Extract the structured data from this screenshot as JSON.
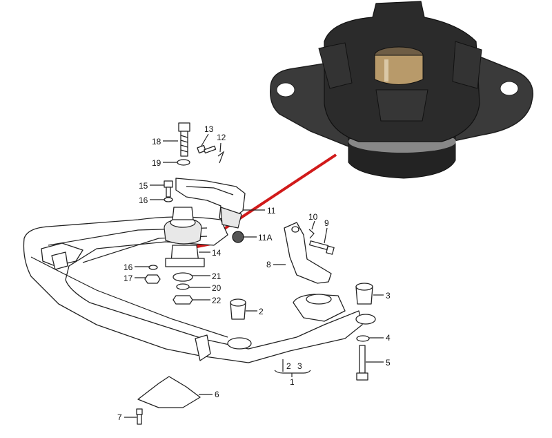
{
  "callouts": [
    {
      "id": "c1",
      "text": "1"
    },
    {
      "id": "c2",
      "text": "2"
    },
    {
      "id": "c2b",
      "text": "2"
    },
    {
      "id": "c3",
      "text": "3"
    },
    {
      "id": "c3b",
      "text": "3"
    },
    {
      "id": "c4",
      "text": "4"
    },
    {
      "id": "c5",
      "text": "5"
    },
    {
      "id": "c6",
      "text": "6"
    },
    {
      "id": "c7",
      "text": "7"
    },
    {
      "id": "c8",
      "text": "8"
    },
    {
      "id": "c9",
      "text": "9"
    },
    {
      "id": "c10",
      "text": "10"
    },
    {
      "id": "c11",
      "text": "11"
    },
    {
      "id": "c11a",
      "text": "11A"
    },
    {
      "id": "c12",
      "text": "12"
    },
    {
      "id": "c13",
      "text": "13"
    },
    {
      "id": "c14",
      "text": "14"
    },
    {
      "id": "c15",
      "text": "15"
    },
    {
      "id": "c16a",
      "text": "16"
    },
    {
      "id": "c16b",
      "text": "16"
    },
    {
      "id": "c17",
      "text": "17"
    },
    {
      "id": "c18",
      "text": "18"
    },
    {
      "id": "c19",
      "text": "19"
    },
    {
      "id": "c20",
      "text": "20"
    },
    {
      "id": "c21",
      "text": "21"
    },
    {
      "id": "c22",
      "text": "22"
    }
  ],
  "colors": {
    "arrow": "#d11a1a",
    "mount_rubber": "#2b2b2b",
    "mount_plate": "#3a3a3a",
    "bushing_metal": "#b89a6a"
  }
}
